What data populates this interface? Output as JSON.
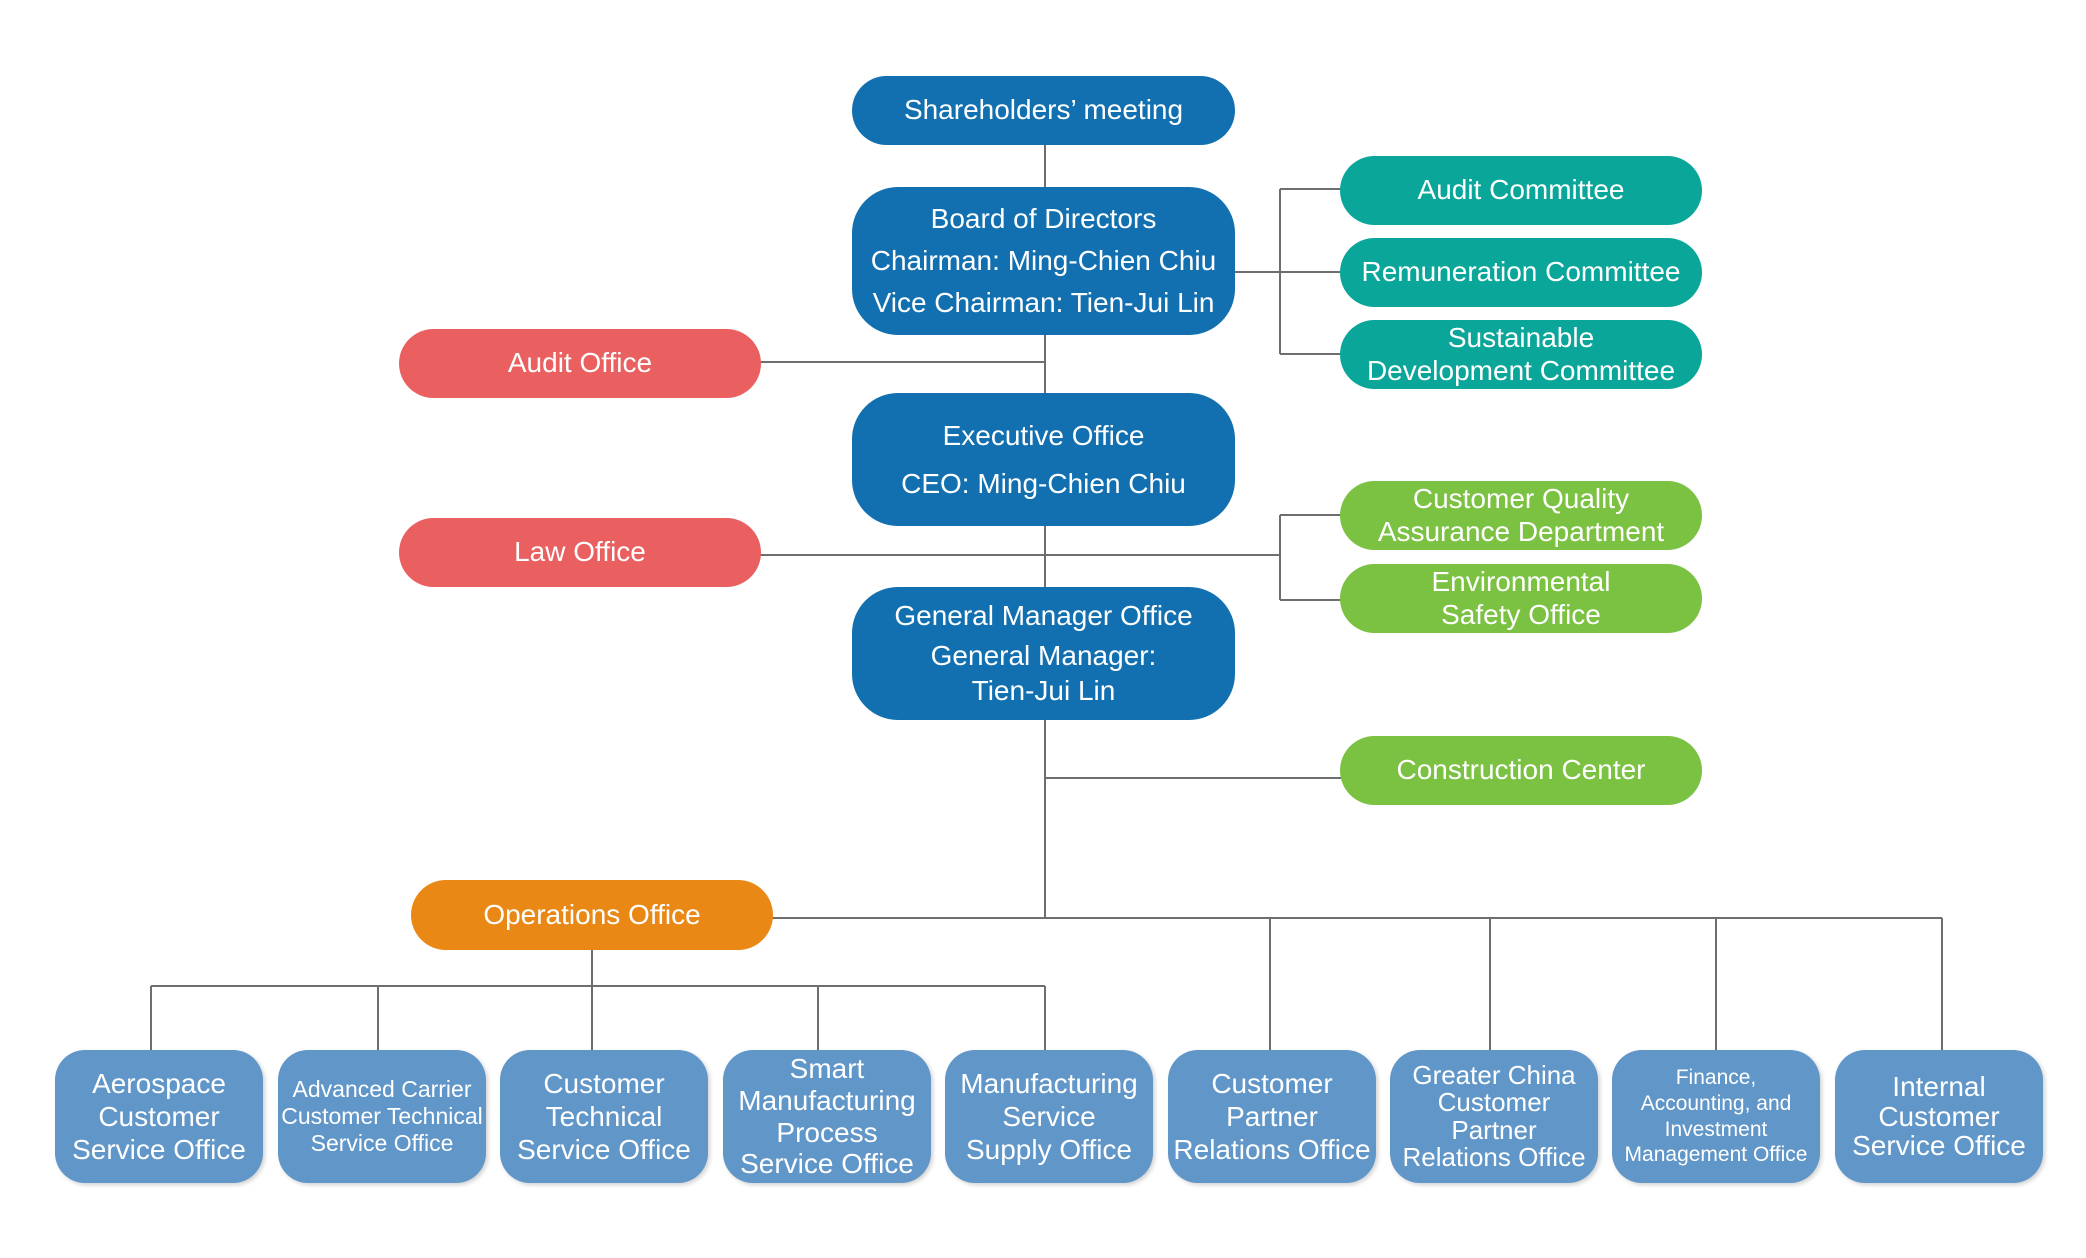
{
  "chart": {
    "top": {
      "shareholders": "Shareholders’ meeting",
      "board": [
        "Board of Directors",
        "Chairman: Ming-Chien Chiu",
        "Vice Chairman: Tien-Jui Lin"
      ],
      "executive": [
        "Executive Office",
        "CEO: Ming-Chien Chiu"
      ],
      "general_manager": [
        "General Manager Office",
        "General Manager:",
        "Tien-Jui Lin"
      ]
    },
    "committees": {
      "audit": "Audit Committee",
      "remuneration": "Remuneration Committee",
      "sustainable": [
        "Sustainable",
        "Development Committee"
      ]
    },
    "staff_offices": {
      "audit_office": "Audit Office",
      "law_office": "Law Office"
    },
    "gm_units": {
      "quality": [
        "Customer Quality",
        "Assurance Department"
      ],
      "safety": [
        "Environmental",
        "Safety Office"
      ],
      "construction": "Construction Center"
    },
    "operations_office": "Operations Office",
    "service_offices": [
      [
        "Aerospace",
        "Customer",
        "Service Office"
      ],
      [
        "Advanced Carrier",
        "Customer Technical",
        "Service Office"
      ],
      [
        "Customer",
        "Technical",
        "Service Office"
      ],
      [
        "Smart",
        "Manufacturing",
        "Process",
        "Service Office"
      ],
      [
        "Manufacturing",
        "Service",
        "Supply Office"
      ],
      [
        "Customer",
        "Partner",
        "Relations Office"
      ],
      [
        "Greater China",
        "Customer",
        "Partner",
        "Relations Office"
      ],
      [
        "Finance,",
        "Accounting, and",
        "Investment",
        "Management Office"
      ],
      [
        "Internal",
        "Customer",
        "Service Office"
      ]
    ],
    "colors": {
      "executive_blue": "#1270b0",
      "staff_red": "#ea5f60",
      "committee_teal": "#0aa69a",
      "unit_green": "#7bc142",
      "operations_orange": "#ea8816",
      "service_blue": "#6096c8",
      "connector_gray": "#6e6e6e"
    }
  }
}
